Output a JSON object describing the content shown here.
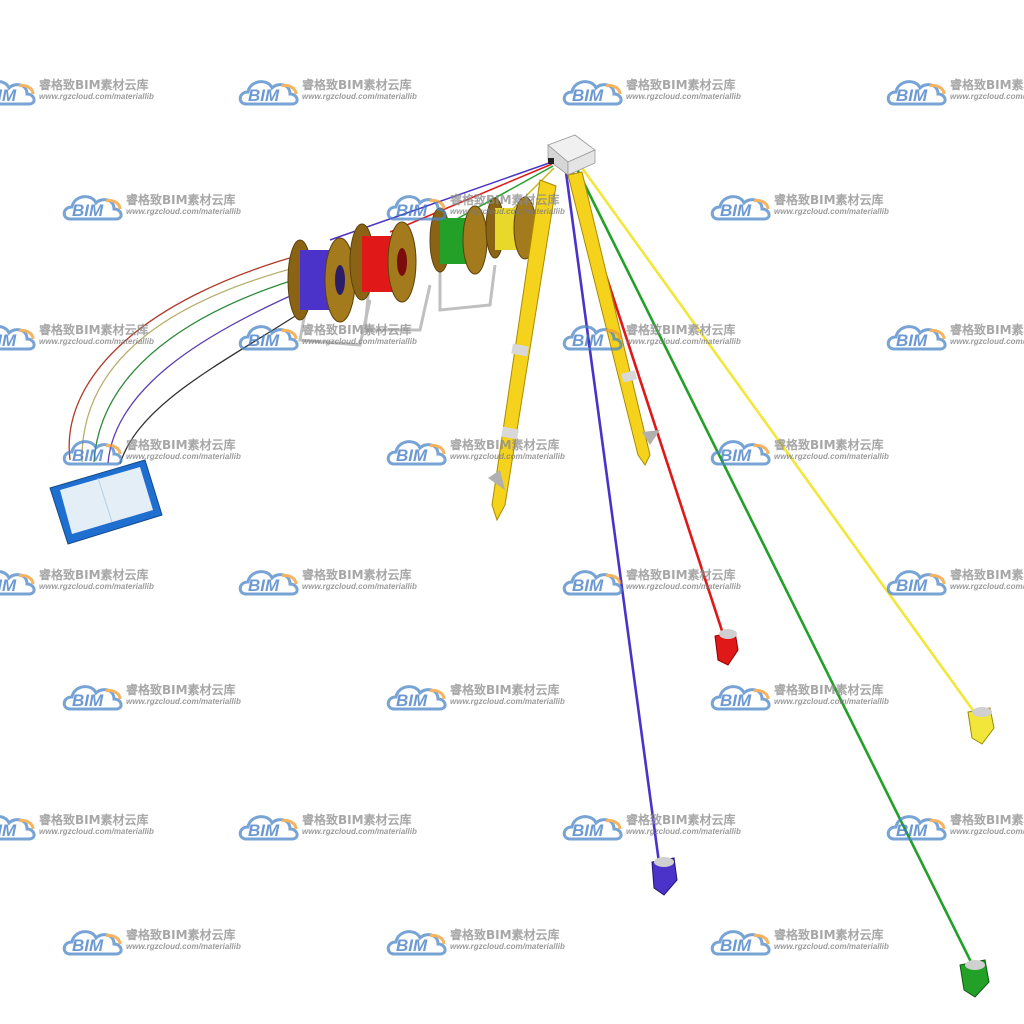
{
  "scene": {
    "colors": {
      "blue": "#4b32c8",
      "red": "#e01818",
      "green": "#22a028",
      "yellow": "#f2e63a",
      "probe_yellow": "#f5d21c",
      "reel_rim": "#8a6414",
      "tablet_frame": "#1f6fd0",
      "tablet_screen": "#e3eef7",
      "junction_box": "#dcdcdc",
      "frame": "#c8c8c8"
    },
    "icons": [
      "cable-reel-icon",
      "inclinometer-probe-icon",
      "junction-box-icon",
      "readout-tablet-icon",
      "sensor-probe-icon"
    ]
  },
  "watermark": {
    "logo_text": "BIM",
    "brand_text": "睿格致BIM素材云库",
    "url_text": "www.rgzcloud.com/materiallib",
    "colors": {
      "cloud_blue": "#4a86c8",
      "cloud_orange": "#f39a2c",
      "text": "#8a8a8a"
    }
  }
}
